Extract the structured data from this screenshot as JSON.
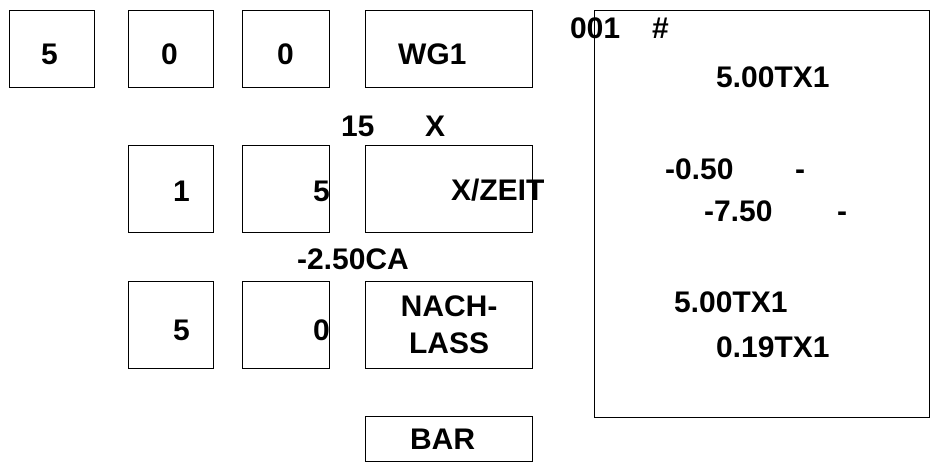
{
  "keys": {
    "k5_top": "5",
    "k0_a": "0",
    "k0_b": "0",
    "wg1": "WG1",
    "k1": "1",
    "k5_mid": "5",
    "xzeit": "X/ZEIT",
    "k5_bot": "5",
    "k0_bot": "0",
    "nachlass_1": "NACH-",
    "nachlass_2": "LASS",
    "bar": "BAR"
  },
  "annotations": {
    "qty": "15",
    "times": "X",
    "discount": "-2.50CA"
  },
  "receipt": {
    "header_num": "001",
    "header_hash": "#",
    "line1": "5.00TX1",
    "line2_value": "-0.50",
    "line2_mark": "-",
    "line3_value": "-7.50",
    "line3_mark": "-",
    "line4": "5.00TX1",
    "line5": "0.19TX1"
  }
}
